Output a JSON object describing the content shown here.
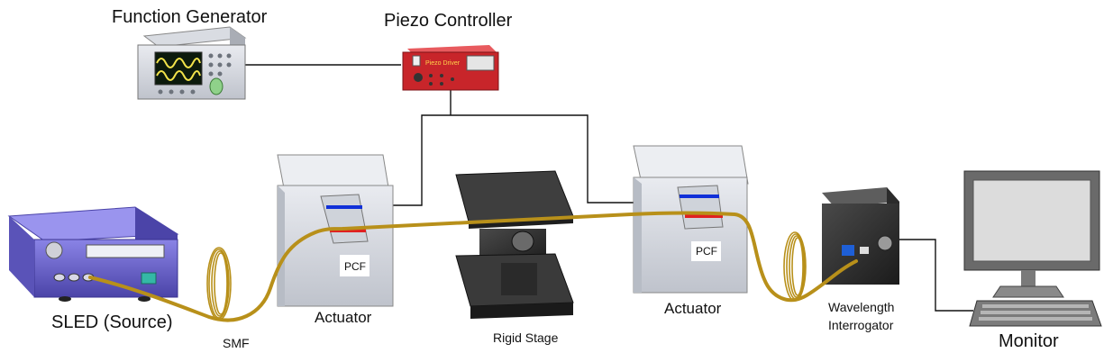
{
  "labels": {
    "function_generator": "Function Generator",
    "piezo_controller": "Piezo Controller",
    "piezo_panel": "Piezo Driver",
    "sled": "SLED (Source)",
    "smf": "SMF",
    "actuator_left": "Actuator",
    "pcf_left": "PCF",
    "rigid_stage": "Rigid Stage",
    "actuator_right": "Actuator",
    "pcf_right": "PCF",
    "interrogator_line1": "Wavelength",
    "interrogator_line2": "Interrogator",
    "monitor": "Monitor"
  },
  "colors": {
    "fiber": "#b8901a",
    "wire": "#111111",
    "sled_body": "#6a63c9",
    "piezo_body": "#c8252a",
    "actuator_body": "#d2d6de",
    "stage_dark": "#2d2d2d",
    "bragg_blue": "#1030d8",
    "bragg_red": "#e02020"
  }
}
